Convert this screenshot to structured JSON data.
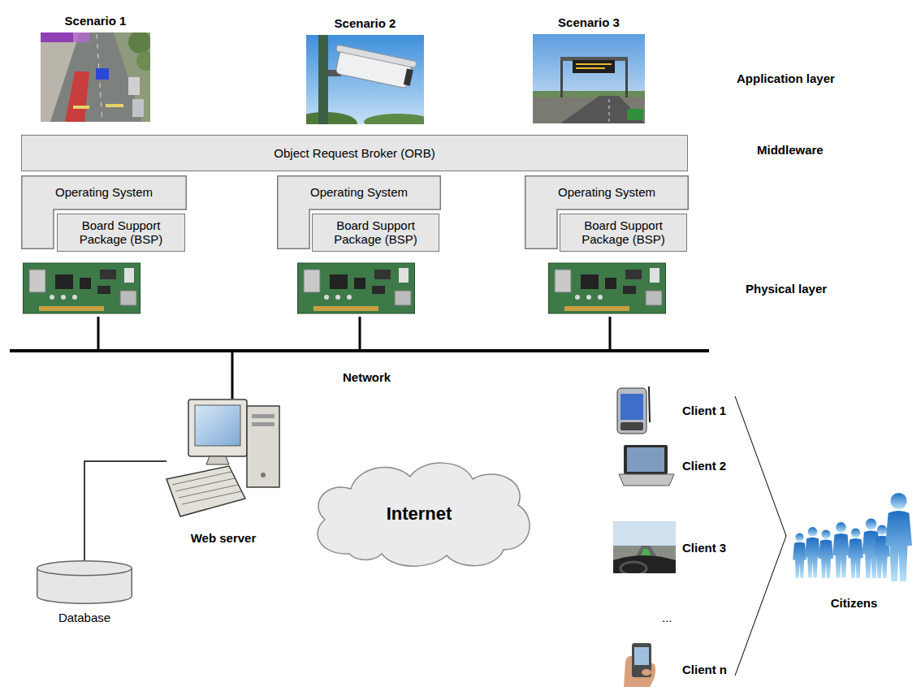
{
  "diagram": {
    "nodes": [
      {
        "text": [
          "Scenario 1"
        ]
      },
      {
        "text": [
          "Scenario 2"
        ]
      },
      {
        "text": [
          "Scenario 3"
        ]
      },
      {
        "text": [
          "Object Request Broker (ORB)"
        ]
      },
      {
        "text": [
          "Operating System"
        ]
      },
      {
        "text": [
          "Board Support Package (BSP)"
        ],
        "in": 4
      },
      {
        "text": [
          "Operating System"
        ]
      },
      {
        "text": [
          "Board Support Package (BSP)"
        ],
        "in": 6
      },
      {
        "text": [
          "Operating System"
        ]
      },
      {
        "text": [
          "Board Support Package (BSP)"
        ],
        "in": 8
      },
      {
        "text": [
          "Web server"
        ]
      },
      {
        "text": [
          "Database"
        ]
      },
      {
        "text": [
          "Internet"
        ]
      },
      {
        "text": [
          "Client 1"
        ]
      },
      {
        "text": [
          "Client 2"
        ]
      },
      {
        "text": [
          "Client 3"
        ]
      },
      {
        "text": [
          "Client n"
        ]
      },
      {
        "text": [
          "Citizens"
        ]
      }
    ],
    "edges": [
      {
        "from": 11,
        "to": 10,
        "arrow": "none"
      }
    ],
    "labels": [
      "Application layer",
      "Middleware",
      "Physical layer",
      "Network",
      "..."
    ]
  }
}
